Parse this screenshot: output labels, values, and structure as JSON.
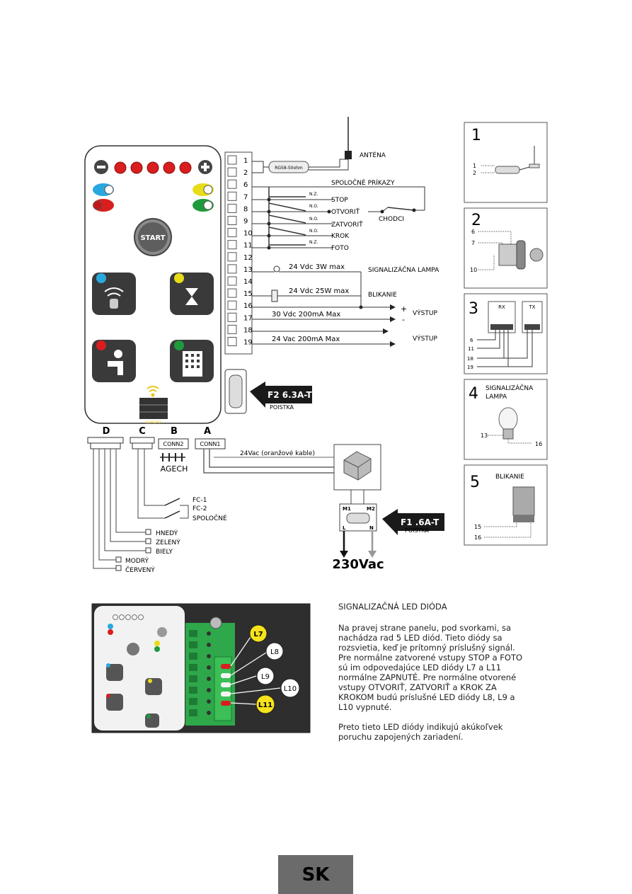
{
  "panel": {
    "start_label": "START",
    "blink_label": "BLINKDATA"
  },
  "terminals": [
    "1",
    "2",
    "6",
    "7",
    "8",
    "9",
    "10",
    "11",
    "12",
    "13",
    "14",
    "15",
    "16",
    "17",
    "18",
    "19"
  ],
  "antenna": {
    "label": "ANTÉNA",
    "cable": "RG58-50ohm"
  },
  "commands": {
    "title": "SPOLOČNÉ PRÍKAZY",
    "nc": "N.Z.",
    "no": "N.O.",
    "stop": "STOP",
    "open": "OTVORIŤ",
    "close": "ZATVORIŤ",
    "step": "KROK",
    "photo": "FOTO",
    "pedestrian": "CHODCI"
  },
  "outputs": {
    "lamp_rating": "24 Vdc 3W max",
    "lamp_label": "SIGNALIZÁČNA LAMPA",
    "flash_rating": "24 Vdc 25W max",
    "flash_label": "BLIKANIE",
    "plus": "+",
    "minus": "-",
    "out_label": "VÝSTUP",
    "dc_out": "30 Vdc 200mA Max",
    "ac_out": "24 Vac 200mA Max",
    "out_label2": "VÝSTUP"
  },
  "fuses": {
    "f2": "F2 6.3A-T",
    "f2_sub": "POISTKA",
    "f1": "F1 .6A-T",
    "f1_sub": "POISTKA"
  },
  "connectors": {
    "d": "D",
    "c": "C",
    "b": "B",
    "a": "A",
    "conn2": "CONN2",
    "agech": "AGECH",
    "conn1": "CONN1",
    "orange": "24Vac (oranžové kable)",
    "fc1": "FC-1",
    "fc2": "FC-2",
    "common": "SPOLOČNÉ",
    "brown": "HNEDÝ",
    "green": "ZELENÝ",
    "white": "BIELY",
    "blue": "MODRÝ",
    "red": "ČERVENÝ"
  },
  "mains": {
    "m1": "M1",
    "m2": "M2",
    "l": "L",
    "n": "N",
    "voltage": "230Vac"
  },
  "side": [
    {
      "num": "1",
      "title": "",
      "labels": [
        "1",
        "2"
      ]
    },
    {
      "num": "2",
      "title": "",
      "labels": [
        "6",
        "7",
        "10"
      ]
    },
    {
      "num": "3",
      "title": "",
      "labels": [
        "RX",
        "TX",
        "6",
        "11",
        "18",
        "19"
      ]
    },
    {
      "num": "4",
      "title": "SIGNALIZÁČNA",
      "title2": "LAMPA",
      "labels": [
        "13",
        "16"
      ]
    },
    {
      "num": "5",
      "title": "BLIKANIE",
      "labels": [
        "15",
        "16"
      ]
    }
  ],
  "leds": {
    "l7": "L7",
    "l8": "L8",
    "l9": "L9",
    "l10": "L10",
    "l11": "L11"
  },
  "description": {
    "title": "SIGNALIZAČNÁ LED DIÓDA",
    "p1": "Na pravej strane panelu, pod svorkami, sa\nnachádza rad 5 LED diód. Tieto diódy sa\nrozsvietia, keď je prítomný príslušný signál.\nPre normálne zatvorené vstupy STOP a FOTO\nsú im odpovedajúce LED diódy L7 a L11\nnormálne ZAPNUTÉ. Pre normálne otvorené\nvstupy OTVORIŤ, ZATVORIŤ a KROK ZA\nKROKOM budú príslušné LED diódy L8, L9 a\nL10 vypnuté.",
    "p2": "Preto tieto LED diódy indikujú akúkoľvek\nporuchu zapojených zariadení."
  },
  "page_tag": "SK"
}
